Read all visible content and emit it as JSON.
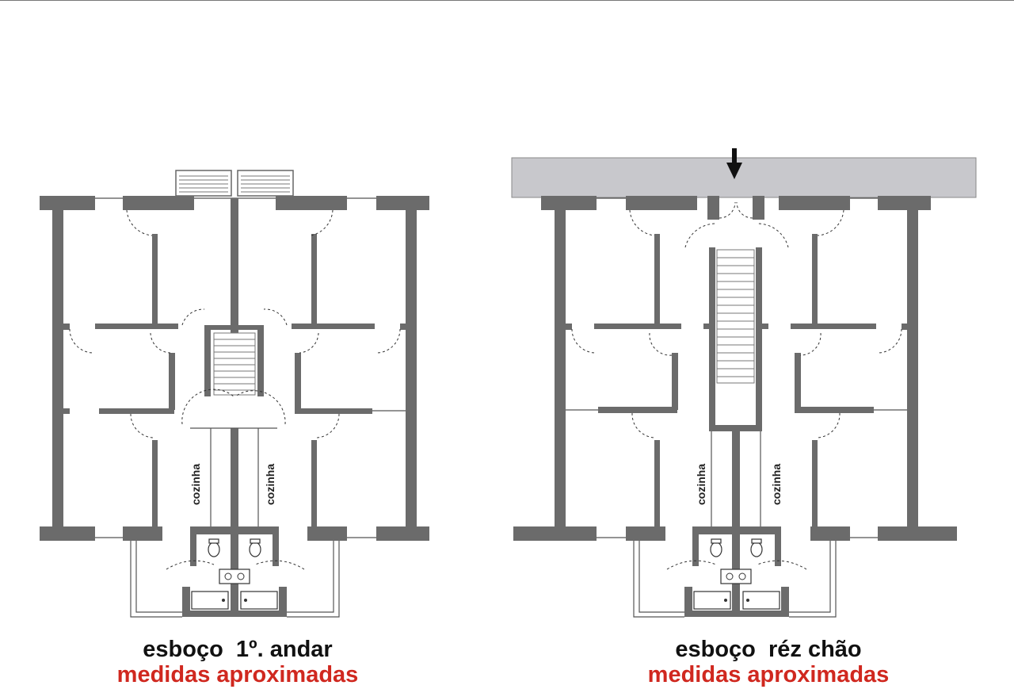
{
  "plans": [
    {
      "title": "esboço  1º. andar",
      "subtitle": "medidas aproximadas",
      "room_labels": [
        "cozinha",
        "cozinha"
      ]
    },
    {
      "title": "esboço  réz chão",
      "subtitle": "medidas aproximadas",
      "room_labels": [
        "cozinha",
        "cozinha"
      ]
    }
  ],
  "colors": {
    "wall": "#6b6b6b",
    "street": "#c8c8cc",
    "subtitle_red": "#d0281f"
  },
  "icons": [
    "entrance-arrow-icon",
    "toilet-icon",
    "sink-icon",
    "bathtub-icon",
    "stair-icon"
  ]
}
